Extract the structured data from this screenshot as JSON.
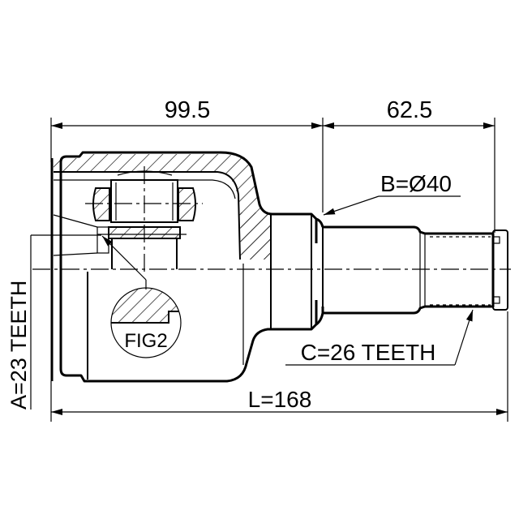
{
  "drawing": {
    "title": "Inner CV joint (tripod type) dimension drawing",
    "background": "#ffffff",
    "line_color": "#000000"
  },
  "dimensions": {
    "housing_length": "99.5",
    "shaft_length": "62.5",
    "total_length": "L=168",
    "seal_diameter": "B=Ø40",
    "inner_spline": "A=23 TEETH",
    "outer_spline": "C=26 TEETH"
  },
  "labels": {
    "detail_figure": "FIG2"
  }
}
